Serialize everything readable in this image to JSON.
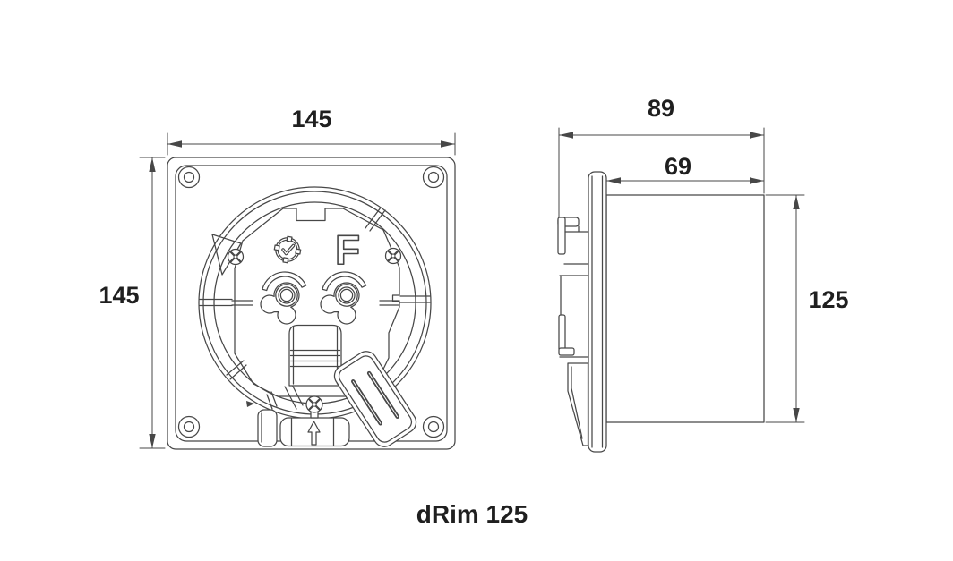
{
  "title": {
    "text": "dRim 125",
    "color": "#cc2027"
  },
  "front_view": {
    "label": "front-view",
    "width_dim": "145",
    "height_dim": "145",
    "motor_marking": "F"
  },
  "side_view": {
    "label": "side-view",
    "overall_depth_dim": "89",
    "duct_depth_dim": "69",
    "duct_height_dim": "125"
  },
  "colors": {
    "line": "#474747",
    "text": "#1f1f1f",
    "accent_red": "#cc2027",
    "background": "#ffffff"
  },
  "icons": {
    "clock_icon": "clock-icon",
    "phillips_screw_icon": "phillips-screw-icon",
    "up_arrow_icon": "up-arrow-icon"
  }
}
